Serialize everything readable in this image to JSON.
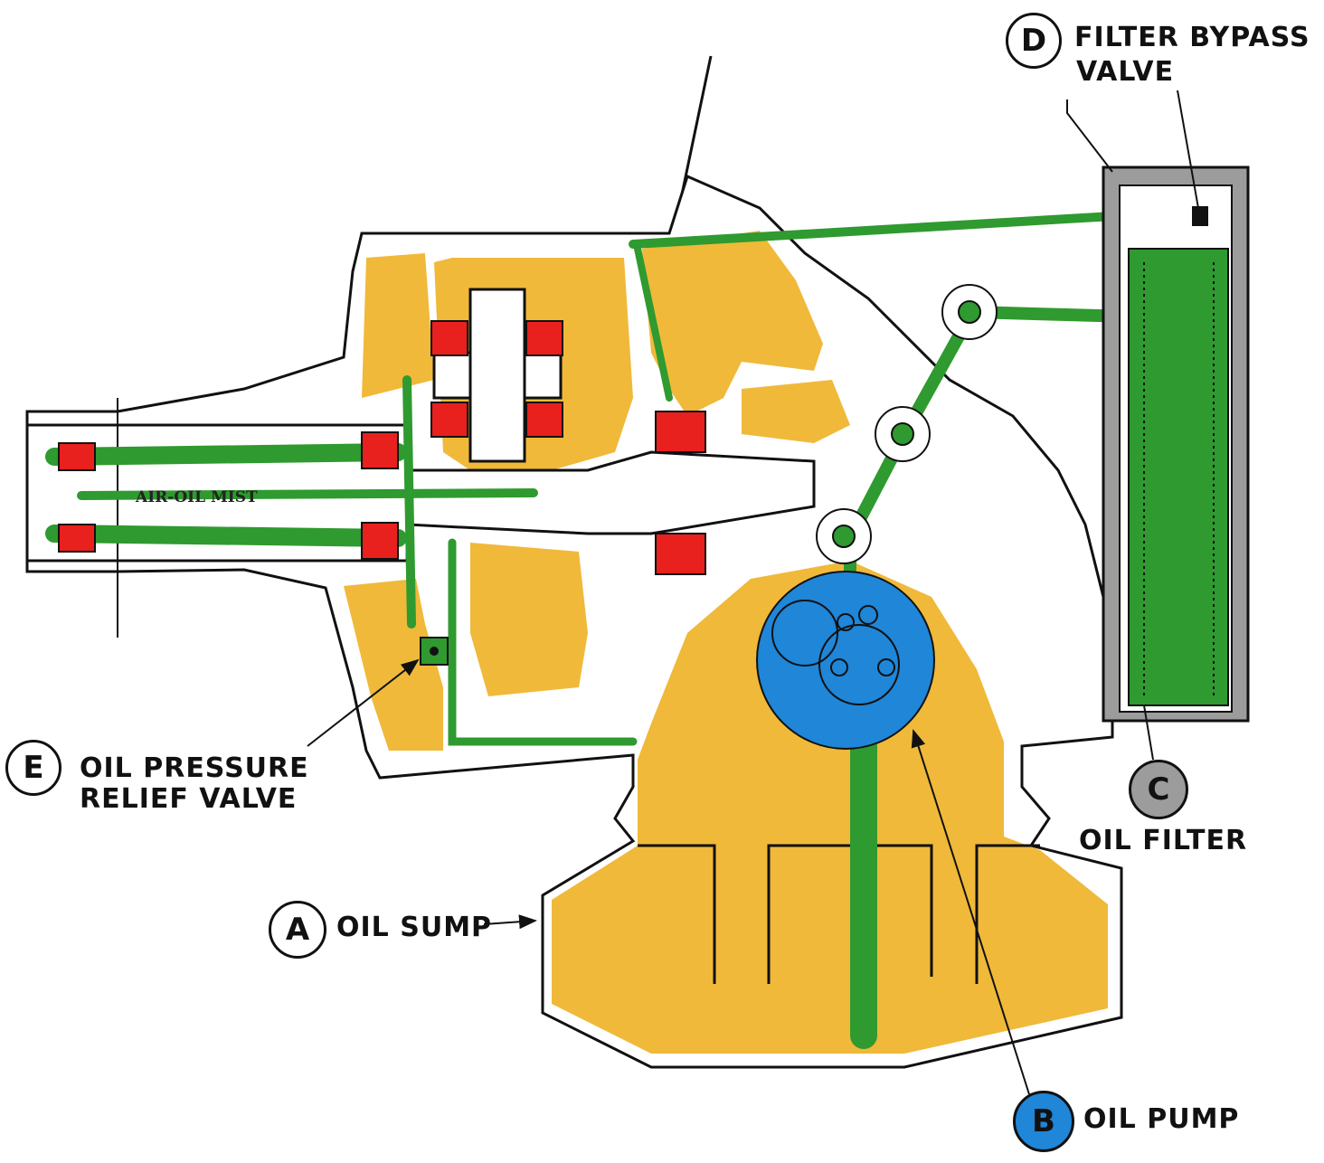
{
  "colors": {
    "oil": "#2f9a2f",
    "housing": "#f0b93a",
    "bearing": "#e8201e",
    "pump": "#1f86d8",
    "filter": "#9c9c9c"
  },
  "labels": {
    "filter_bypass_letter": "D",
    "filter_bypass_line1": "FILTER BYPASS",
    "filter_bypass_line2": "VALVE",
    "relief_letter": "E",
    "relief_line1": "OIL PRESSURE",
    "relief_line2": "RELIEF VALVE",
    "oil_filter_letter": "C",
    "oil_filter": "OIL FILTER",
    "oil_sump_letter": "A",
    "oil_sump": "OIL SUMP",
    "oil_pump_letter": "B",
    "oil_pump": "OIL PUMP",
    "air_oil_mist": "AIR-OIL MIST"
  }
}
